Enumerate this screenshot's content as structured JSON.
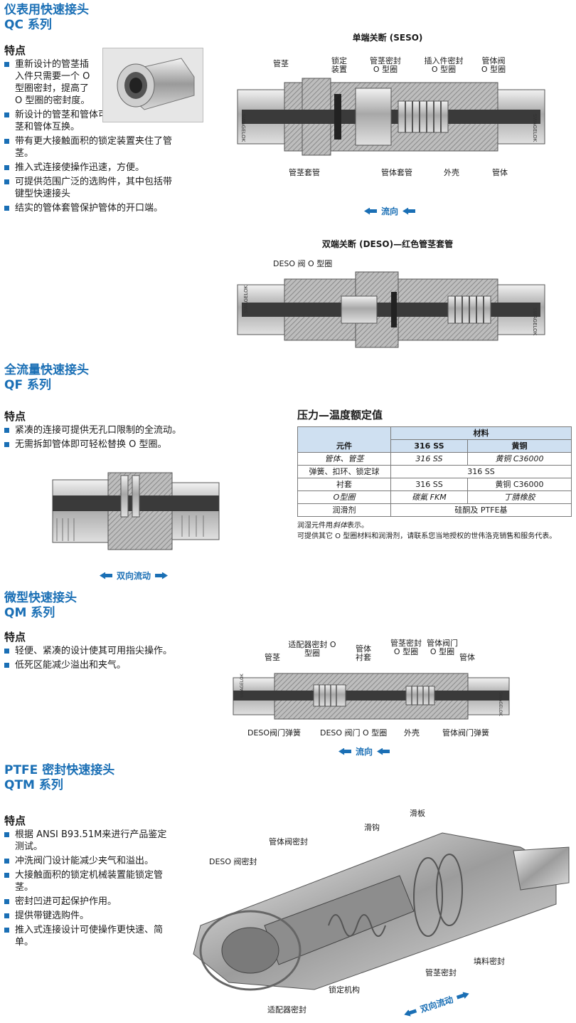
{
  "qc": {
    "title_cn": "仪表用快速接头",
    "title_series": "QC 系列",
    "features_heading": "特点",
    "features": [
      "重新设计的管茎插入件只需要一个 O 型圈密封，提高了 O 型圈的密封度。",
      "新设计的管茎和管体可与老式设计的管茎和管体互换。",
      "带有更大接触面积的锁定装置夹住了管茎。",
      "推入式连接使操作迅速，方便。",
      "可提供范围广泛的选购件，其中包括带键型快速接头",
      "结实的管体套管保护管体的开口端。"
    ],
    "seso": {
      "title": "单端关断 (SESO)",
      "top_labels": [
        "管茎",
        "锁定装置",
        "管茎密封 O 型圈",
        "插入件密封 O 型圈",
        "管体阀 O 型圈"
      ],
      "bottom_labels": [
        "管茎套管",
        "管体套管",
        "外壳",
        "管体"
      ],
      "flow": "流向",
      "brand": "SWAGELOK"
    },
    "deso": {
      "title": "双端关断 (DESO)—红色管茎套管",
      "label": "DESO 阀 O 型圈",
      "brand": "SWAGELOK"
    }
  },
  "qf": {
    "title_cn": "全流量快速接头",
    "title_series": "QF 系列",
    "features_heading": "特点",
    "features": [
      "紧凑的连接可提供无孔口限制的全流动。",
      "无需拆卸管体即可轻松替换 O 型圈。"
    ],
    "flow": "双向流动"
  },
  "ratings": {
    "heading": "压力—温度额定值",
    "col_component": "元件",
    "col_material": "材料",
    "col_ss": "316 SS",
    "col_brass": "黄铜",
    "rows": [
      {
        "component": "管体、管茎",
        "ss": "316 SS",
        "brass": "黄铜 C36000",
        "italic": true
      },
      {
        "component": "弹簧、扣环、锁定球",
        "both": "316 SS",
        "italic": false
      },
      {
        "component": "衬套",
        "ss": "316 SS",
        "brass": "黄铜 C36000",
        "italic": false
      },
      {
        "component": "O型圈",
        "ss": "碳氟 FKM",
        "brass": "丁腈橡胶",
        "italic": true
      },
      {
        "component": "润滑剂",
        "both": "硅酮及 PTFE基",
        "italic": false
      }
    ],
    "note1_prefix": "润湿元件用",
    "note1_italic": "斜体",
    "note1_suffix": "表示。",
    "note2": "可提供其它 O 型圈材料和润滑剂，请联系您当地授权的世伟洛克销售和服务代表。"
  },
  "qm": {
    "title_cn": "微型快速接头",
    "title_series": "QM 系列",
    "features_heading": "特点",
    "features": [
      "轻便、紧凑的设计使其可用指尖操作。",
      "低死区能减少溢出和夹气。"
    ],
    "top_labels": [
      "管茎",
      "适配器密封 O 型圈",
      "管体衬套",
      "管茎密封 O 型圈",
      "管体阀门 O 型圈",
      "管体"
    ],
    "bottom_labels": [
      "DESO阀门弹簧",
      "DESO 阀门 O 型圈",
      "外壳",
      "管体阀门弹簧"
    ],
    "flow": "流向",
    "brand": "SWAGELOK"
  },
  "qtm": {
    "title_cn": "PTFE 密封快速接头",
    "title_series": "QTM 系列",
    "features_heading": "特点",
    "features": [
      "根据 ANSI B93.51M来进行产品鉴定测试。",
      "冲洗阀门设计能减少夹气和溢出。",
      "大接触面积的锁定机械装置能锁定管茎。",
      "密封凹进可起保护作用。",
      "提供带键选购件。",
      "推入式连接设计可使操作更快速、简单。"
    ],
    "labels": [
      "滑板",
      "滑钩",
      "管体阀密封",
      "DESO 阀密封",
      "填料密封",
      "管茎密封",
      "锁定机构",
      "适配器密封"
    ],
    "flow": "双向流动"
  },
  "colors": {
    "accent": "#1a6fb5",
    "table_header": "#cfe0f1"
  }
}
